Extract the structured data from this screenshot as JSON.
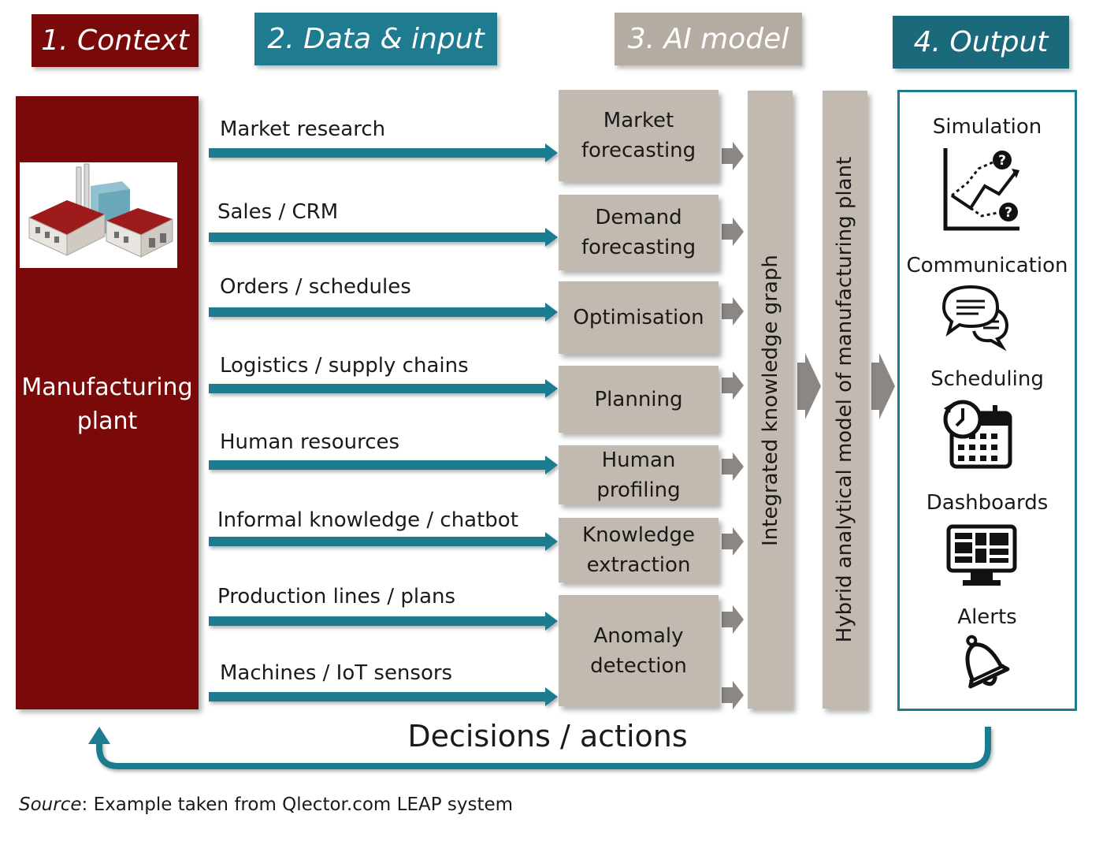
{
  "headers": {
    "context": "1. Context",
    "data_input": "2. Data & input",
    "ai_model": "3. AI model",
    "output": "4. Output"
  },
  "context": {
    "label_line1": "Manufacturing",
    "label_line2": "plant"
  },
  "inputs": [
    "Market research",
    "Sales / CRM",
    "Orders / schedules",
    "Logistics / supply chains",
    "Human resources",
    "Informal knowledge / chatbot",
    "Production lines / plans",
    "Machines / IoT sensors"
  ],
  "models": [
    {
      "line1": "Market",
      "line2": "forecasting"
    },
    {
      "line1": "Demand",
      "line2": "forecasting"
    },
    {
      "line1": "Optimisation",
      "line2": ""
    },
    {
      "line1": "Planning",
      "line2": ""
    },
    {
      "line1": "Human",
      "line2": "profiling"
    },
    {
      "line1": "Knowledge",
      "line2": "extraction"
    },
    {
      "line1": "Anomaly",
      "line2": "detection"
    }
  ],
  "bars": {
    "knowledge_graph": "Integrated knowledge graph",
    "hybrid_model": "Hybrid analytical model of manufacturing plant"
  },
  "outputs": [
    {
      "label": "Simulation",
      "icon": "chart-question-icon"
    },
    {
      "label": "Communication",
      "icon": "speech-bubbles-icon"
    },
    {
      "label": "Scheduling",
      "icon": "clock-calendar-icon"
    },
    {
      "label": "Dashboards",
      "icon": "monitor-dashboard-icon"
    },
    {
      "label": "Alerts",
      "icon": "bell-icon"
    }
  ],
  "feedback": {
    "label": "Decisions / actions"
  },
  "source": {
    "prefix": "Source",
    "text": ": Example taken from  Qlector.com LEAP system"
  },
  "colors": {
    "context_red": "#7a0a0a",
    "teal": "#1f7b8f",
    "model_gray": "#c2b9b1",
    "arrow_gray": "#8c8782"
  }
}
